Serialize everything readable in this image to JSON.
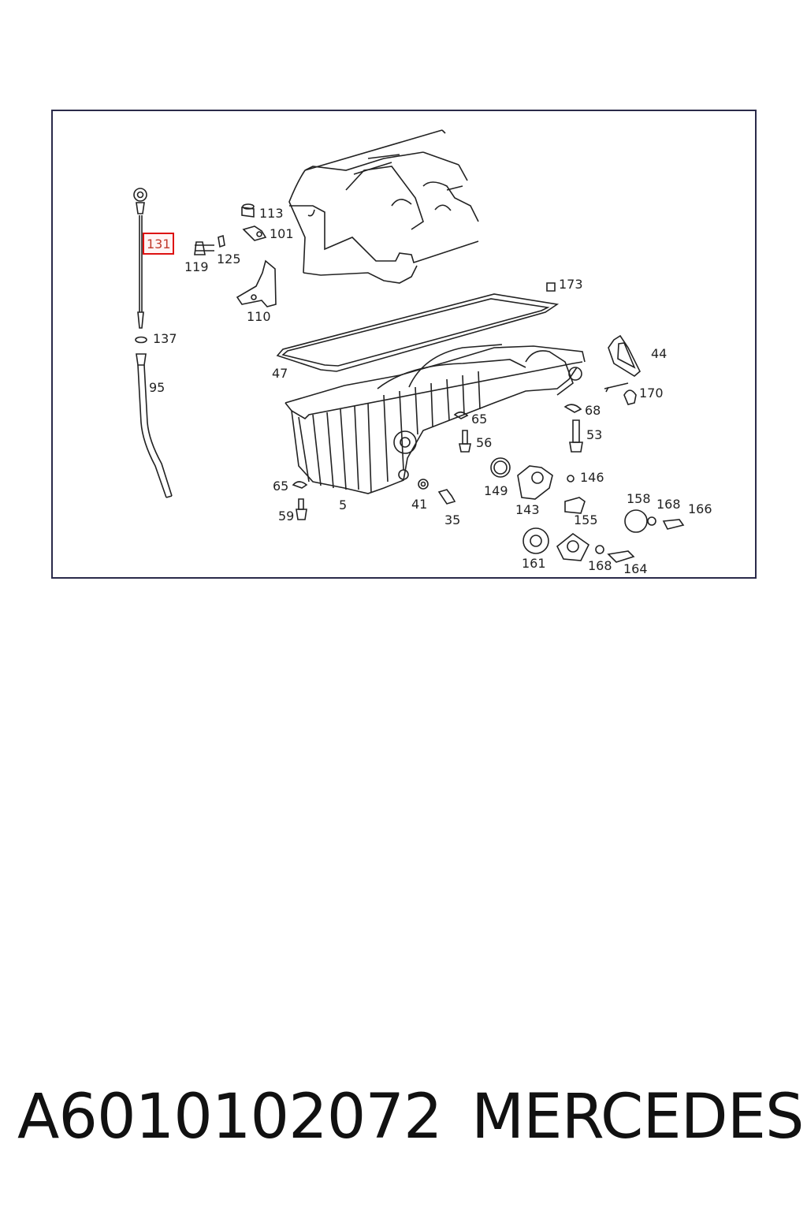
{
  "diagram": {
    "callouts": [
      {
        "label": "131",
        "highlighted": true
      },
      {
        "label": "113"
      },
      {
        "label": "101"
      },
      {
        "label": "119"
      },
      {
        "label": "125"
      },
      {
        "label": "110"
      },
      {
        "label": "173"
      },
      {
        "label": "137"
      },
      {
        "label": "95"
      },
      {
        "label": "47"
      },
      {
        "label": "44"
      },
      {
        "label": "170"
      },
      {
        "label": "68"
      },
      {
        "label": "53"
      },
      {
        "label": "65"
      },
      {
        "label": "56"
      },
      {
        "label": "146"
      },
      {
        "label": "149"
      },
      {
        "label": "143"
      },
      {
        "label": "65"
      },
      {
        "label": "5"
      },
      {
        "label": "41"
      },
      {
        "label": "35"
      },
      {
        "label": "59"
      },
      {
        "label": "158"
      },
      {
        "label": "168"
      },
      {
        "label": "166"
      },
      {
        "label": "155"
      },
      {
        "label": "161"
      },
      {
        "label": "168"
      },
      {
        "label": "164"
      }
    ],
    "highlight_color": "#dd1111"
  },
  "footer": {
    "part_number": "A6010102072",
    "brand": "MERCEDES"
  }
}
